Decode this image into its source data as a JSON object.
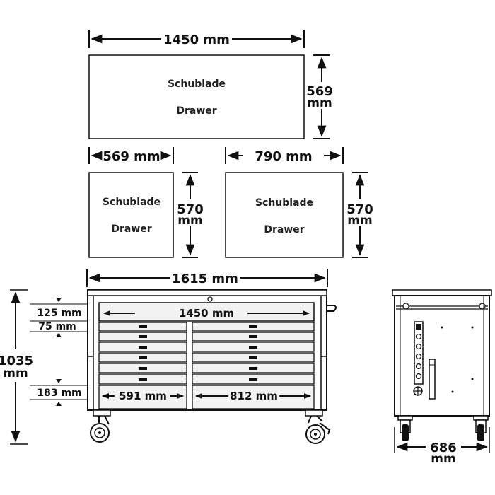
{
  "drawer_top": {
    "label_de": "Schublade",
    "label_en": "Drawer",
    "width": "1450 mm",
    "depth_num": "569",
    "depth_unit": "mm"
  },
  "drawer_left": {
    "label_de": "Schublade",
    "label_en": "Drawer",
    "width": "569 mm",
    "depth_num": "570",
    "depth_unit": "mm"
  },
  "drawer_right": {
    "label_de": "Schublade",
    "label_en": "Drawer",
    "width": "790 mm",
    "depth_num": "570",
    "depth_unit": "mm"
  },
  "front_view": {
    "overall_width": "1615 mm",
    "inner_width": "1450 mm",
    "height_num": "1035",
    "height_unit": "mm",
    "drawer_h1": "125 mm",
    "drawer_h2": "75 mm",
    "drawer_h3": "183 mm",
    "left_bank_width": "591 mm",
    "right_bank_width": "812 mm"
  },
  "side_view": {
    "depth_num": "686",
    "depth_unit": "mm"
  },
  "colors": {
    "line": "#111111",
    "fill": "#ffffff",
    "drawer_fill": "#f2f2f2"
  }
}
